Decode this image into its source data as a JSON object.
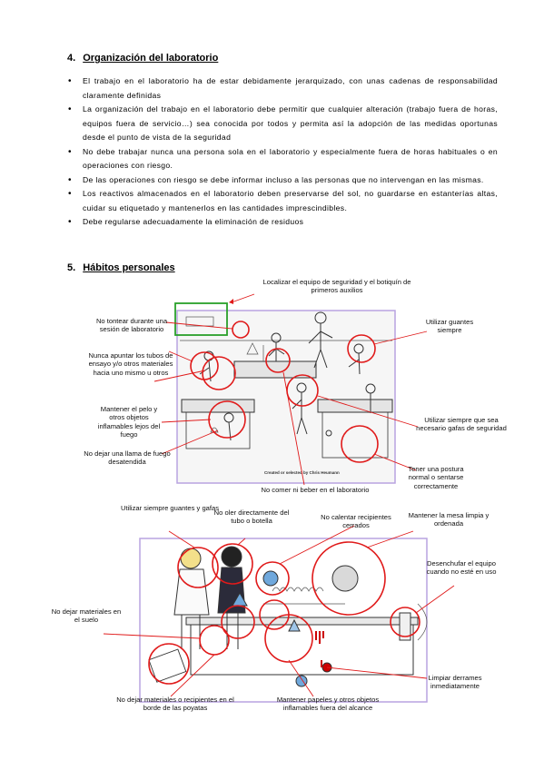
{
  "section4": {
    "number": "4.",
    "title": "Organización del laboratorio",
    "bullets": [
      "El trabajo en el laboratorio ha de estar debidamente jerarquizado, con unas cadenas de responsabilidad claramente definidas",
      "La organización del trabajo en el laboratorio debe permitir que cualquier alteración (trabajo fuera de horas, equipos fuera de servicio…) sea conocida por todos y permita así la adopción de las medidas oportunas desde el punto de vista de la seguridad",
      "No debe trabajar nunca una persona sola en el laboratorio y especialmente fuera de horas habituales o en operaciones con riesgo.",
      "De las operaciones con riesgo se debe informar incluso a las personas que no intervengan en las mismas.",
      "Los reactivos almacenados en el laboratorio deben preservarse del sol, no guardarse en estanterías altas, cuidar su etiquetado y mantenerlos en las cantidades imprescindibles.",
      "Debe regularse adecuadamente la eliminación de residuos"
    ]
  },
  "section5": {
    "number": "5.",
    "title": "Hábitos personales"
  },
  "figure1": {
    "credit": "Created or selected by Chris Heumann",
    "labels": {
      "safety_kit": "Localizar el equipo de seguridad y el botiquín de primeros auxilios",
      "no_fooling": "No tontear durante una sesión de laboratorio",
      "no_pointing": "Nunca apuntar los tubos de ensayo y/o otros materiales hacia uno mismo u otros",
      "hair": "Mantener el pelo y otros objetos inflamables lejos del fuego",
      "flame": "No dejar una llama de fuego desatendida",
      "gloves": "Utilizar guantes siempre",
      "goggles": "Utilizar siempre que sea necesario gafas de seguridad",
      "posture": "Tener una postura normal o sentarse correctamente",
      "no_eating": "No comer ni beber en el laboratorio"
    }
  },
  "figure2": {
    "labels": {
      "gloves_glasses": "Utilizar siempre guantes y gafas",
      "no_smell": "No oler directamente del tubo o botella",
      "no_heat_closed": "No calentar recipientes cerrados",
      "clean_table": "Mantener la mesa limpia y ordenada",
      "unplug": "Desenchufar el equipo cuando no esté en uso",
      "floor": "No dejar materiales en el suelo",
      "edge": "No dejar materiales o recipientes en el borde de las poyatas",
      "papers": "Mantener papeles y otros objetos inflamables fuera del alcance",
      "spills": "Limpiar derrames inmediatamente"
    }
  },
  "colors": {
    "highlight": "#e01a1a",
    "safety_box": "#2aa02a",
    "frame": "#b9a3e0"
  },
  "icons": [
    "lab-cartoon-illustration",
    "lab-workbench-illustration"
  ]
}
